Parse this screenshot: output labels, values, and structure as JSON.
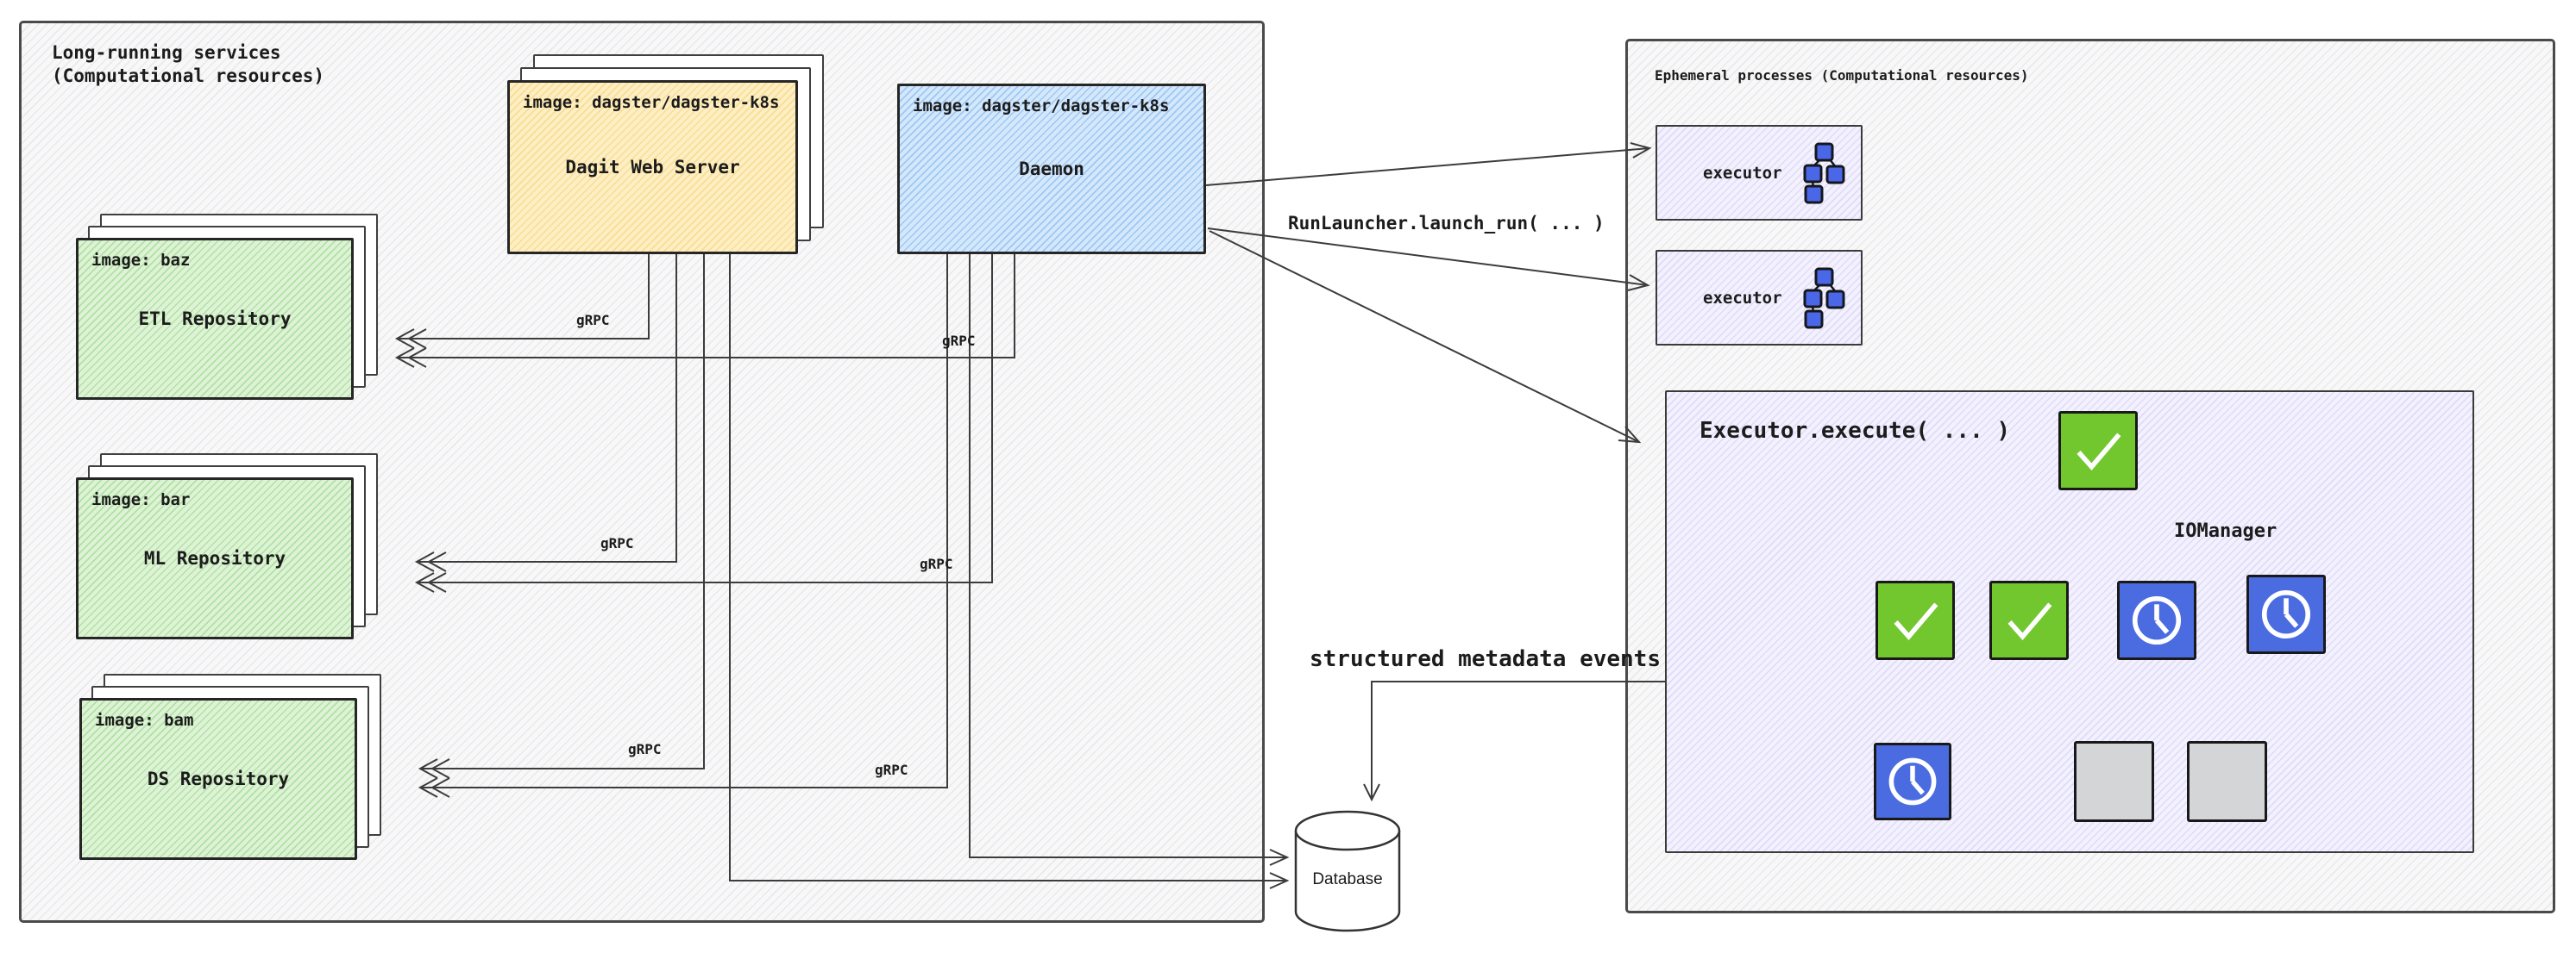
{
  "diagram": {
    "left_panel": {
      "title": "Long-running services\n(Computational resources)",
      "web_server": {
        "image_label": "image: dagster/dagster-k8s",
        "name": "Dagit Web Server"
      },
      "daemon": {
        "image_label": "image: dagster/dagster-k8s",
        "name": "Daemon"
      },
      "repositories": [
        {
          "image_label": "image: baz",
          "name": "ETL Repository"
        },
        {
          "image_label": "image: bar",
          "name": "ML Repository"
        },
        {
          "image_label": "image: bam",
          "name": "DS Repository"
        }
      ]
    },
    "right_panel": {
      "title": "Ephemeral processes (Computational resources)",
      "executor_1_label": "executor",
      "executor_2_label": "executor",
      "executor_execute": {
        "title": "Executor.execute( ... )",
        "io_manager_label": "IOManager"
      }
    },
    "connections": {
      "grpc_label": "gRPC",
      "run_launcher_label": "RunLauncher.launch_run( ... )",
      "metadata_events_label": "structured metadata events"
    },
    "database": {
      "label": "Database"
    },
    "colors": {
      "repository_fill": "#def3d5",
      "web_server_fill": "#fdeec4",
      "daemon_fill": "#d4e8fb",
      "executor_fill": "#f3f1fd",
      "panel_fill": "#f8f8f9",
      "step_success_green": "#72c62e",
      "step_clock_blue": "#4a6ce0",
      "step_pending_gray": "#d3d5d7",
      "mini_dag_blue": "#4a67e8",
      "wire_stroke": "#3c3c3c"
    }
  }
}
